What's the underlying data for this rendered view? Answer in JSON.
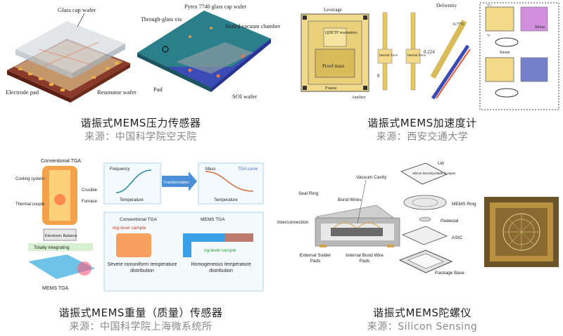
{
  "panels": [
    {
      "title": "谐振式MEMS压力传感器",
      "source": "来源：中国科学院空天院",
      "labels": {
        "glass_cap": "Glass cap wafer",
        "electrode": "Electrode pad",
        "resonator": "Resonator wafer",
        "pyrex": "Pyrex 7740 glass cap wafer",
        "through_glass": "Through-glass via",
        "sealed": "Sealed vacuum chamber",
        "pad": "Pad",
        "soi": "SOI wafer"
      }
    },
    {
      "title": "谐振式MEMS加速度计",
      "source": "来源：西安交通大学",
      "labels": {
        "leverage": "Leverage",
        "qdetf": "QDETF resonators",
        "proof_mass": "Proof mass",
        "frame": "Frame",
        "anchor": "Anchor",
        "inertial1": "Inertial force",
        "inertial2": "Inertial force",
        "theta": "θ",
        "deformity": "Deformity",
        "stress_val": "0.77%",
        "strain": "Strain",
        "stress": "Stress",
        "value": "0.224",
        "vplus": "V+",
        "vminus": "V-"
      }
    },
    {
      "title": "谐振式MEMS重量（质量）传感器",
      "source": "来源：中国科学院上海微系统所",
      "labels": {
        "conventional": "Conventional TGA",
        "cooling": "Cooling system",
        "crucible": "Crucible",
        "furnace": "Furnace",
        "thermal": "Thermal couple",
        "balance": "Electronic Balance",
        "integrating": "Totally integrating",
        "mems_tga": "MEMS TGA",
        "frequency": "Frequency",
        "temperature": "Temperature",
        "transformation": "Transformation",
        "mass": "Mass",
        "tga_curve": "TGA curve",
        "conv_tga2": "Conventional TGA",
        "mems_tga2": "MEMS TGA",
        "mg_level": "mg-level sample",
        "ng_level": "ng-level sample",
        "severe": "Severe nonuniform temperature distribution",
        "homogeneous": "Homogeneous temperature distribution"
      }
    },
    {
      "title": "谐振式MEMS陀螺仪",
      "source": "来源：Silicon Sensing",
      "labels": {
        "vacuum": "Vacuum Cavity",
        "seal_ring": "Seal Ring",
        "bond_wires": "Bond Wires",
        "interconnection": "Interconnection",
        "external": "External Solder Pads",
        "internal": "Internal Bond Wire Pads",
        "lid": "Lid",
        "mems_ring": "MEMS Ring",
        "pedestal": "Pedestal",
        "asic": "ASIC",
        "package": "Package Base",
        "chip_text": "Silicon Sensing Made in Japan"
      }
    }
  ]
}
